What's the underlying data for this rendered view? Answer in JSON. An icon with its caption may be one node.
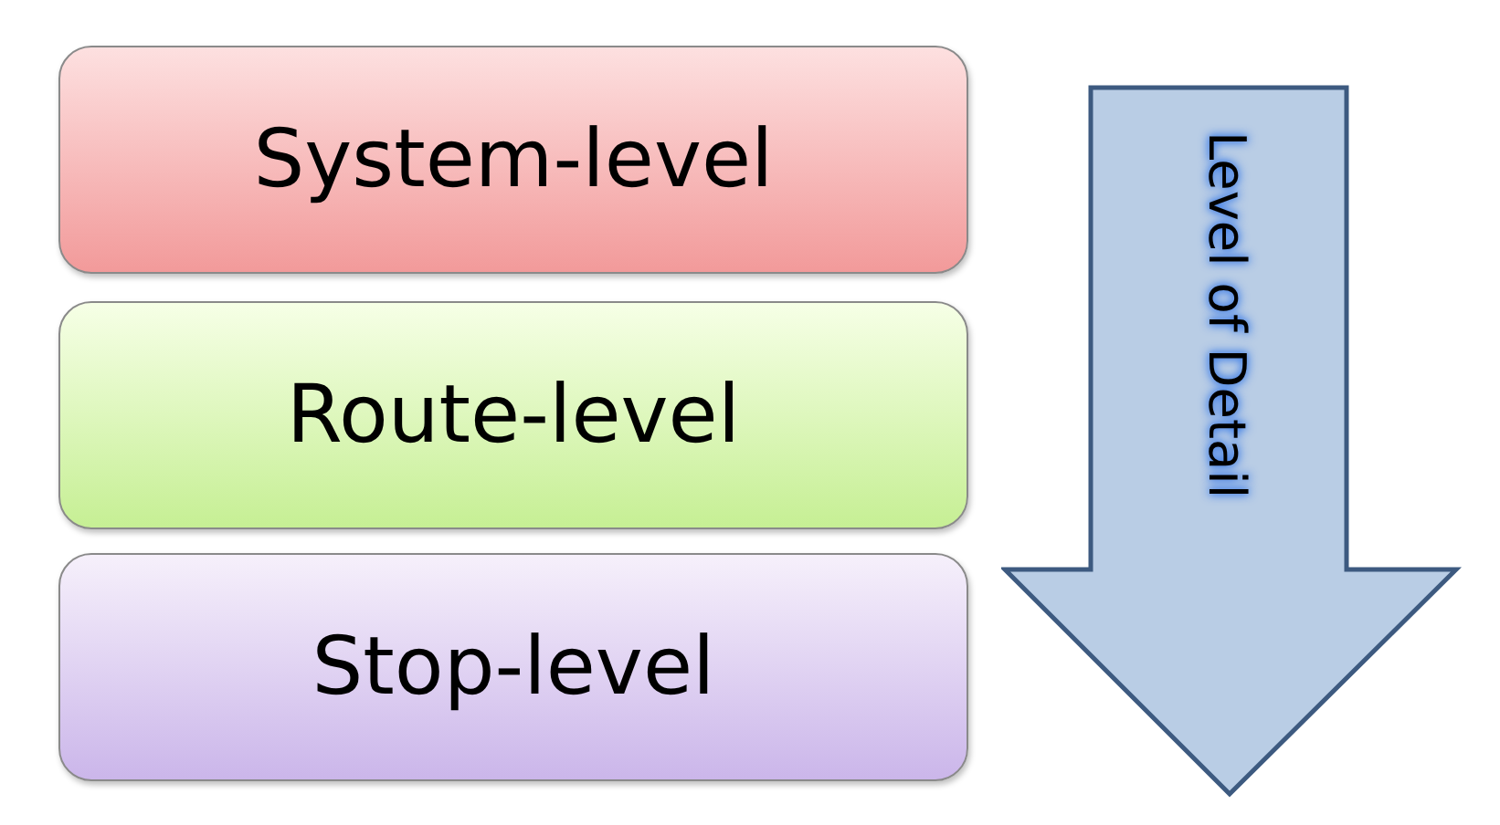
{
  "diagram": {
    "nodes": [
      {
        "text": [
          "System-level"
        ]
      },
      {
        "text": [
          "Route-level"
        ]
      },
      {
        "text": [
          "Stop-level"
        ]
      },
      {
        "text": [
          "Level of Detail"
        ]
      }
    ]
  }
}
